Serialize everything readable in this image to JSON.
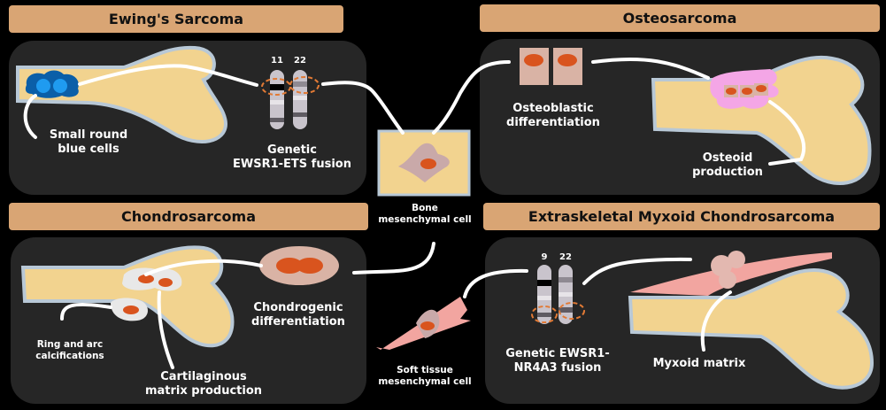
{
  "sections": {
    "ewing": {
      "title": "Ewing's Sarcoma",
      "labels": {
        "cells": "Small round\nblue cells",
        "fusion": "Genetic\nEWSR1-ETS fusion"
      },
      "chromosomes": [
        "11",
        "22"
      ]
    },
    "osteo": {
      "title": "Osteosarcoma",
      "labels": {
        "differentiation": "Osteoblastic\ndifferentiation",
        "osteoid": "Osteoid\nproduction"
      }
    },
    "chondro": {
      "title": "Chondrosarcoma",
      "labels": {
        "calcifications": "Ring and arc\ncalcifications",
        "matrix": "Cartilaginous\nmatrix production",
        "differentiation": "Chondrogenic\ndifferentiation"
      }
    },
    "emc": {
      "title": "Extraskeletal Myxoid Chondrosarcoma",
      "labels": {
        "fusion": "Genetic EWSR1-\nNR4A3 fusion",
        "matrix": "Myxoid matrix"
      },
      "chromosomes": [
        "9",
        "22"
      ]
    }
  },
  "center": {
    "bone_cell": "Bone\nmesenchymal cell",
    "soft_cell": "Soft tissue\nmesenchymal cell"
  },
  "colors": {
    "header": "#d9a574",
    "panel": "#262626",
    "bone": "#f2d38f",
    "bone_outline": "#b8c8d6",
    "nucleus": "#d9541e",
    "blue_cells": "#1f9bf0",
    "osteoid_pink": "#f4a6e6",
    "muscle_pink": "#f2a5a0"
  }
}
